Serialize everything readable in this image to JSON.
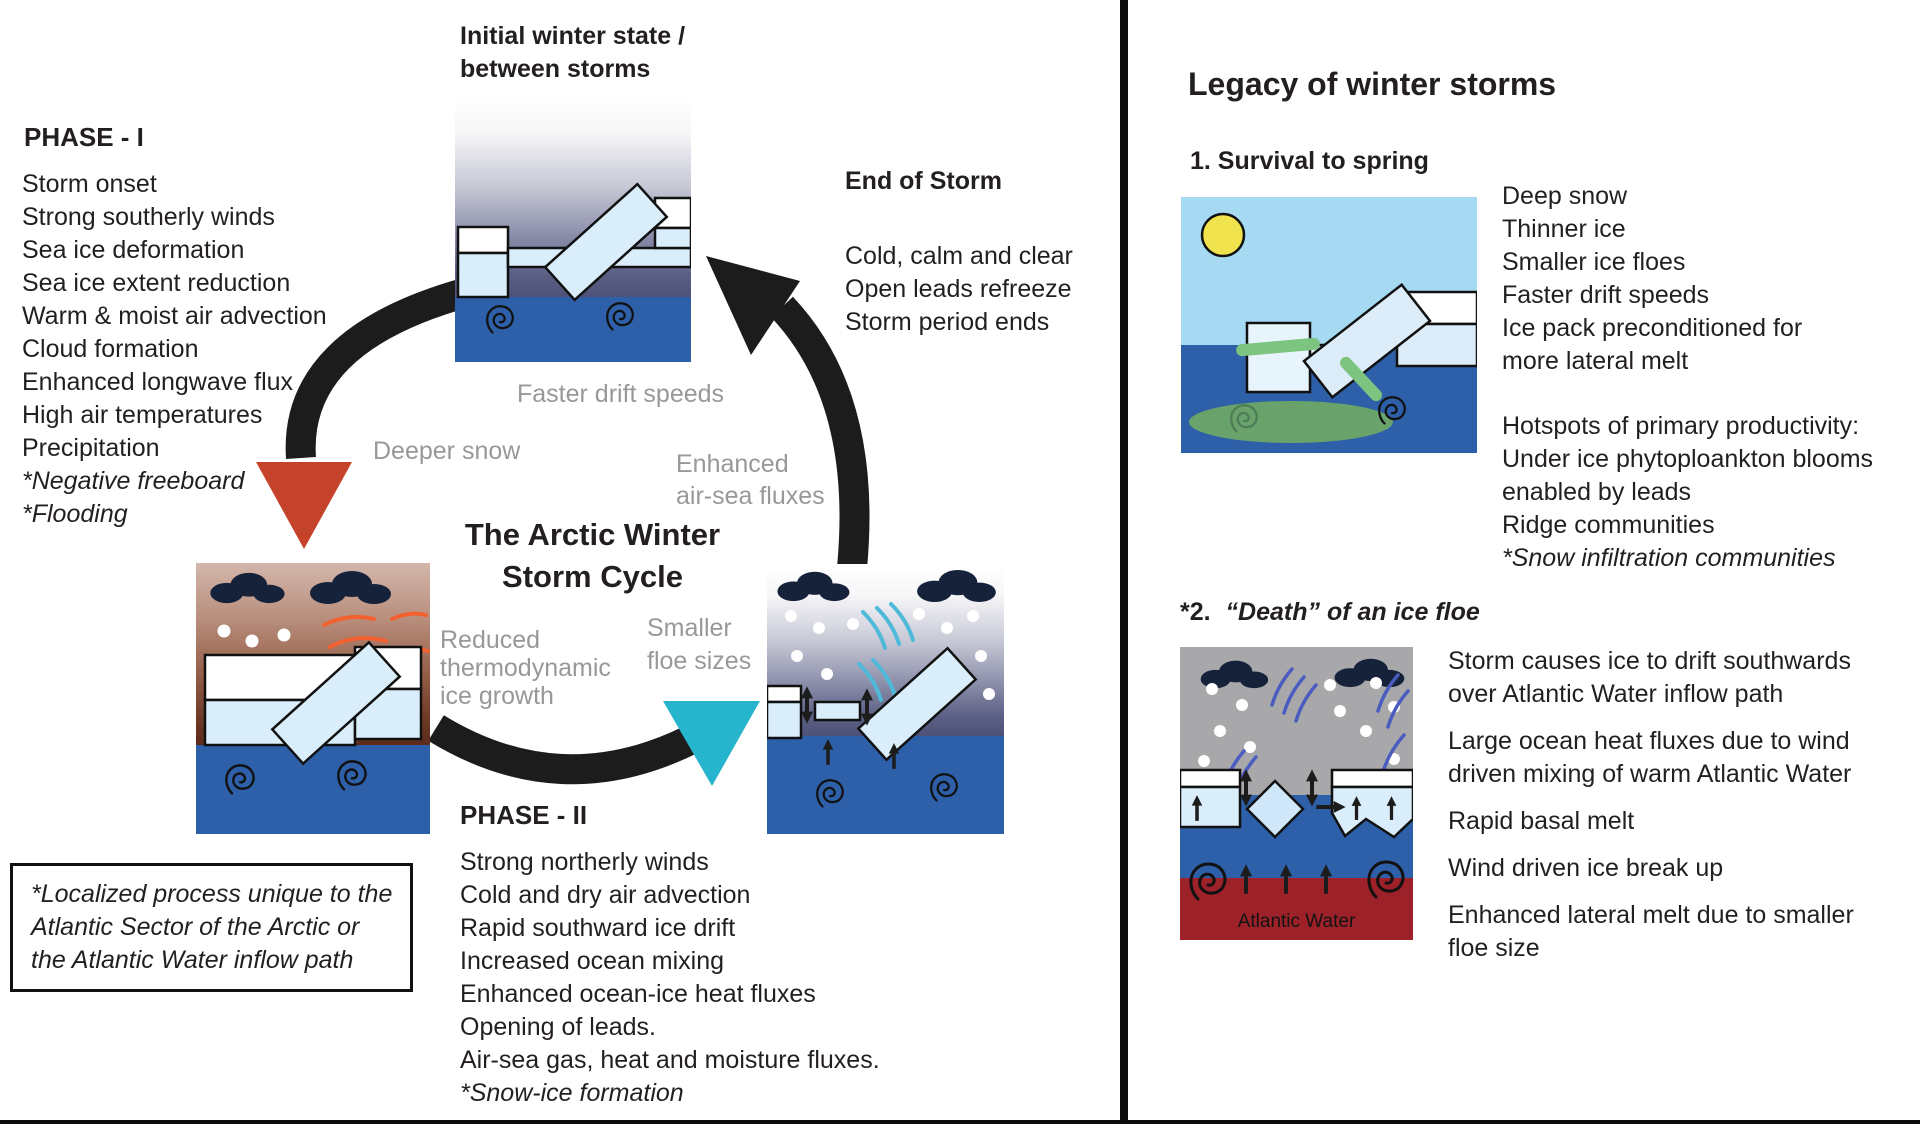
{
  "figure": {
    "left": {
      "phase1": {
        "title": "PHASE - I",
        "items": [
          "Storm onset",
          "Strong southerly winds",
          "Sea ice deformation",
          "Sea ice extent reduction",
          "Warm & moist air advection",
          "Cloud formation",
          "Enhanced longwave flux",
          "High air temperatures",
          "Precipitation"
        ],
        "items_italic": [
          "*Negative freeboard",
          "*Flooding"
        ]
      },
      "initial_state": {
        "line1": "Initial winter state /",
        "line2": "between storms"
      },
      "end_of_storm": {
        "title": "End of Storm",
        "items": [
          "Cold, calm and clear",
          "Open leads refreeze",
          "Storm period ends"
        ]
      },
      "cycle_title": {
        "line1": "The Arctic Winter",
        "line2": "Storm Cycle"
      },
      "cycle_labels": {
        "faster_drift": "Faster drift speeds",
        "deeper_snow": "Deeper snow",
        "enhanced_1": "Enhanced",
        "enhanced_2": "air-sea fluxes",
        "reduced_1": "Reduced",
        "reduced_2": "thermodynamic",
        "reduced_3": "ice growth",
        "smaller_1": "Smaller",
        "smaller_2": "floe sizes"
      },
      "phase2": {
        "title": "PHASE - II",
        "items": [
          "Strong northerly winds",
          "Cold and dry air advection",
          "Rapid southward ice drift",
          "Increased ocean mixing",
          "Enhanced ocean-ice heat fluxes",
          "Opening of leads.",
          "Air-sea gas, heat and moisture fluxes."
        ],
        "items_italic": [
          "*Snow-ice formation"
        ]
      },
      "footnote": {
        "line1": "*Localized process unique to the",
        "line2": "Atlantic Sector of the Arctic or",
        "line3": "the Atlantic Water inflow path"
      }
    },
    "right": {
      "title": "Legacy of winter storms",
      "survival": {
        "title": "1. Survival to spring",
        "items": [
          "Deep snow",
          "Thinner ice",
          "Smaller ice floes",
          "Faster drift speeds",
          "Ice pack preconditioned for",
          "more lateral melt"
        ],
        "items2": [
          "Hotspots of primary productivity:",
          "Under ice phytoploankton blooms",
          "enabled by leads",
          "Ridge communities"
        ],
        "items2_italic": "*Snow infiltration communities"
      },
      "death": {
        "title_prefix": "*2.",
        "title_rest": "“Death” of an ice floe",
        "lines": [
          "Storm causes ice to drift southwards",
          "over Atlantic Water inflow path",
          "Large ocean heat fluxes due to wind",
          "driven mixing of warm Atlantic Water",
          "Rapid basal melt",
          "Wind driven ice break up",
          "Enhanced lateral melt due to smaller",
          "floe size"
        ],
        "atlantic_water": "Atlantic Water"
      }
    },
    "colors": {
      "ocean_blue": "#2d60a9",
      "ice_blue": "#d9edfa",
      "snow_white": "#ffffff",
      "cloud_navy": "#16223a",
      "storm_sky_brown": "#5c2b1b",
      "clear_sky_blue": "#a5daf2",
      "gray_sky": "#a8a8ab",
      "atlantic_water_red": "#9c2128",
      "phase1_arrow_red": "#c4432a",
      "phase2_arrow_cyan": "#27b5cd",
      "algae_green": "#7cc47f",
      "bloom_green": "#69a26b",
      "sun_yellow": "#f0e34e",
      "wind_orange": "#f2612f",
      "wind_cyan": "#4fb9da",
      "wind_blue": "#4a5cc0",
      "label_gray": "#98989a"
    }
  }
}
